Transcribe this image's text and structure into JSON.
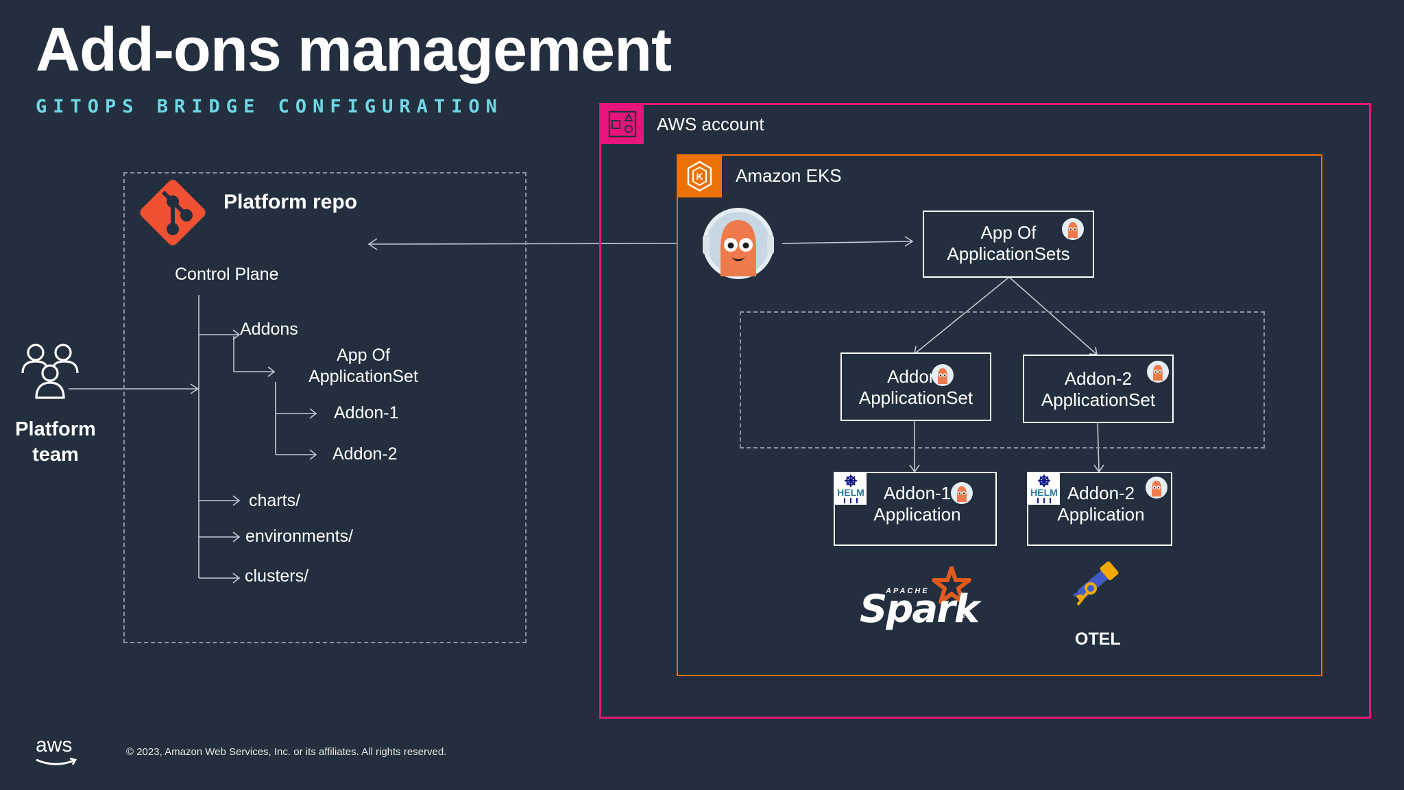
{
  "title": "Add-ons management",
  "subtitle": "GITOPS BRIDGE CONFIGURATION",
  "platform_team": {
    "line1": "Platform",
    "line2": "team",
    "icon": "users-icon"
  },
  "repo": {
    "title": "Platform repo",
    "icon": "git-icon",
    "control_plane": "Control Plane",
    "addons": "Addons",
    "app_of_appset_line1": "App Of",
    "app_of_appset_line2": "ApplicationSet",
    "addon1": "Addon-1",
    "addon2": "Addon-2",
    "charts": "charts/",
    "environments": "environments/",
    "clusters": "clusters/"
  },
  "aws_account": {
    "label": "AWS account",
    "color": "#e7157b",
    "icon": "account-icon"
  },
  "eks": {
    "label": "Amazon EKS",
    "color": "#ed7100",
    "icon": "eks-icon"
  },
  "argocd_icon": "argo-octopus-icon",
  "app_of_appsets": {
    "line1": "App Of",
    "line2": "ApplicationSets"
  },
  "addon1_appset": {
    "line1": "Addon-",
    "line2": "ApplicationSet"
  },
  "addon2_appset": {
    "line1": "Addon-2",
    "line2": "ApplicationSet"
  },
  "addon1_app": {
    "line1": "Addon-1",
    "line2": "Application",
    "helm": "HELM"
  },
  "addon2_app": {
    "line1": "Addon-2",
    "line2": "Application",
    "helm": "HELM"
  },
  "spark": {
    "apache": "APACHE",
    "name": "Spark",
    "tm": "TM"
  },
  "otel": {
    "label": "OTEL",
    "icon": "telescope-icon"
  },
  "footer": {
    "aws_logo": "aws",
    "copyright": "© 2023, Amazon Web Services, Inc. or its affiliates. All rights reserved."
  }
}
